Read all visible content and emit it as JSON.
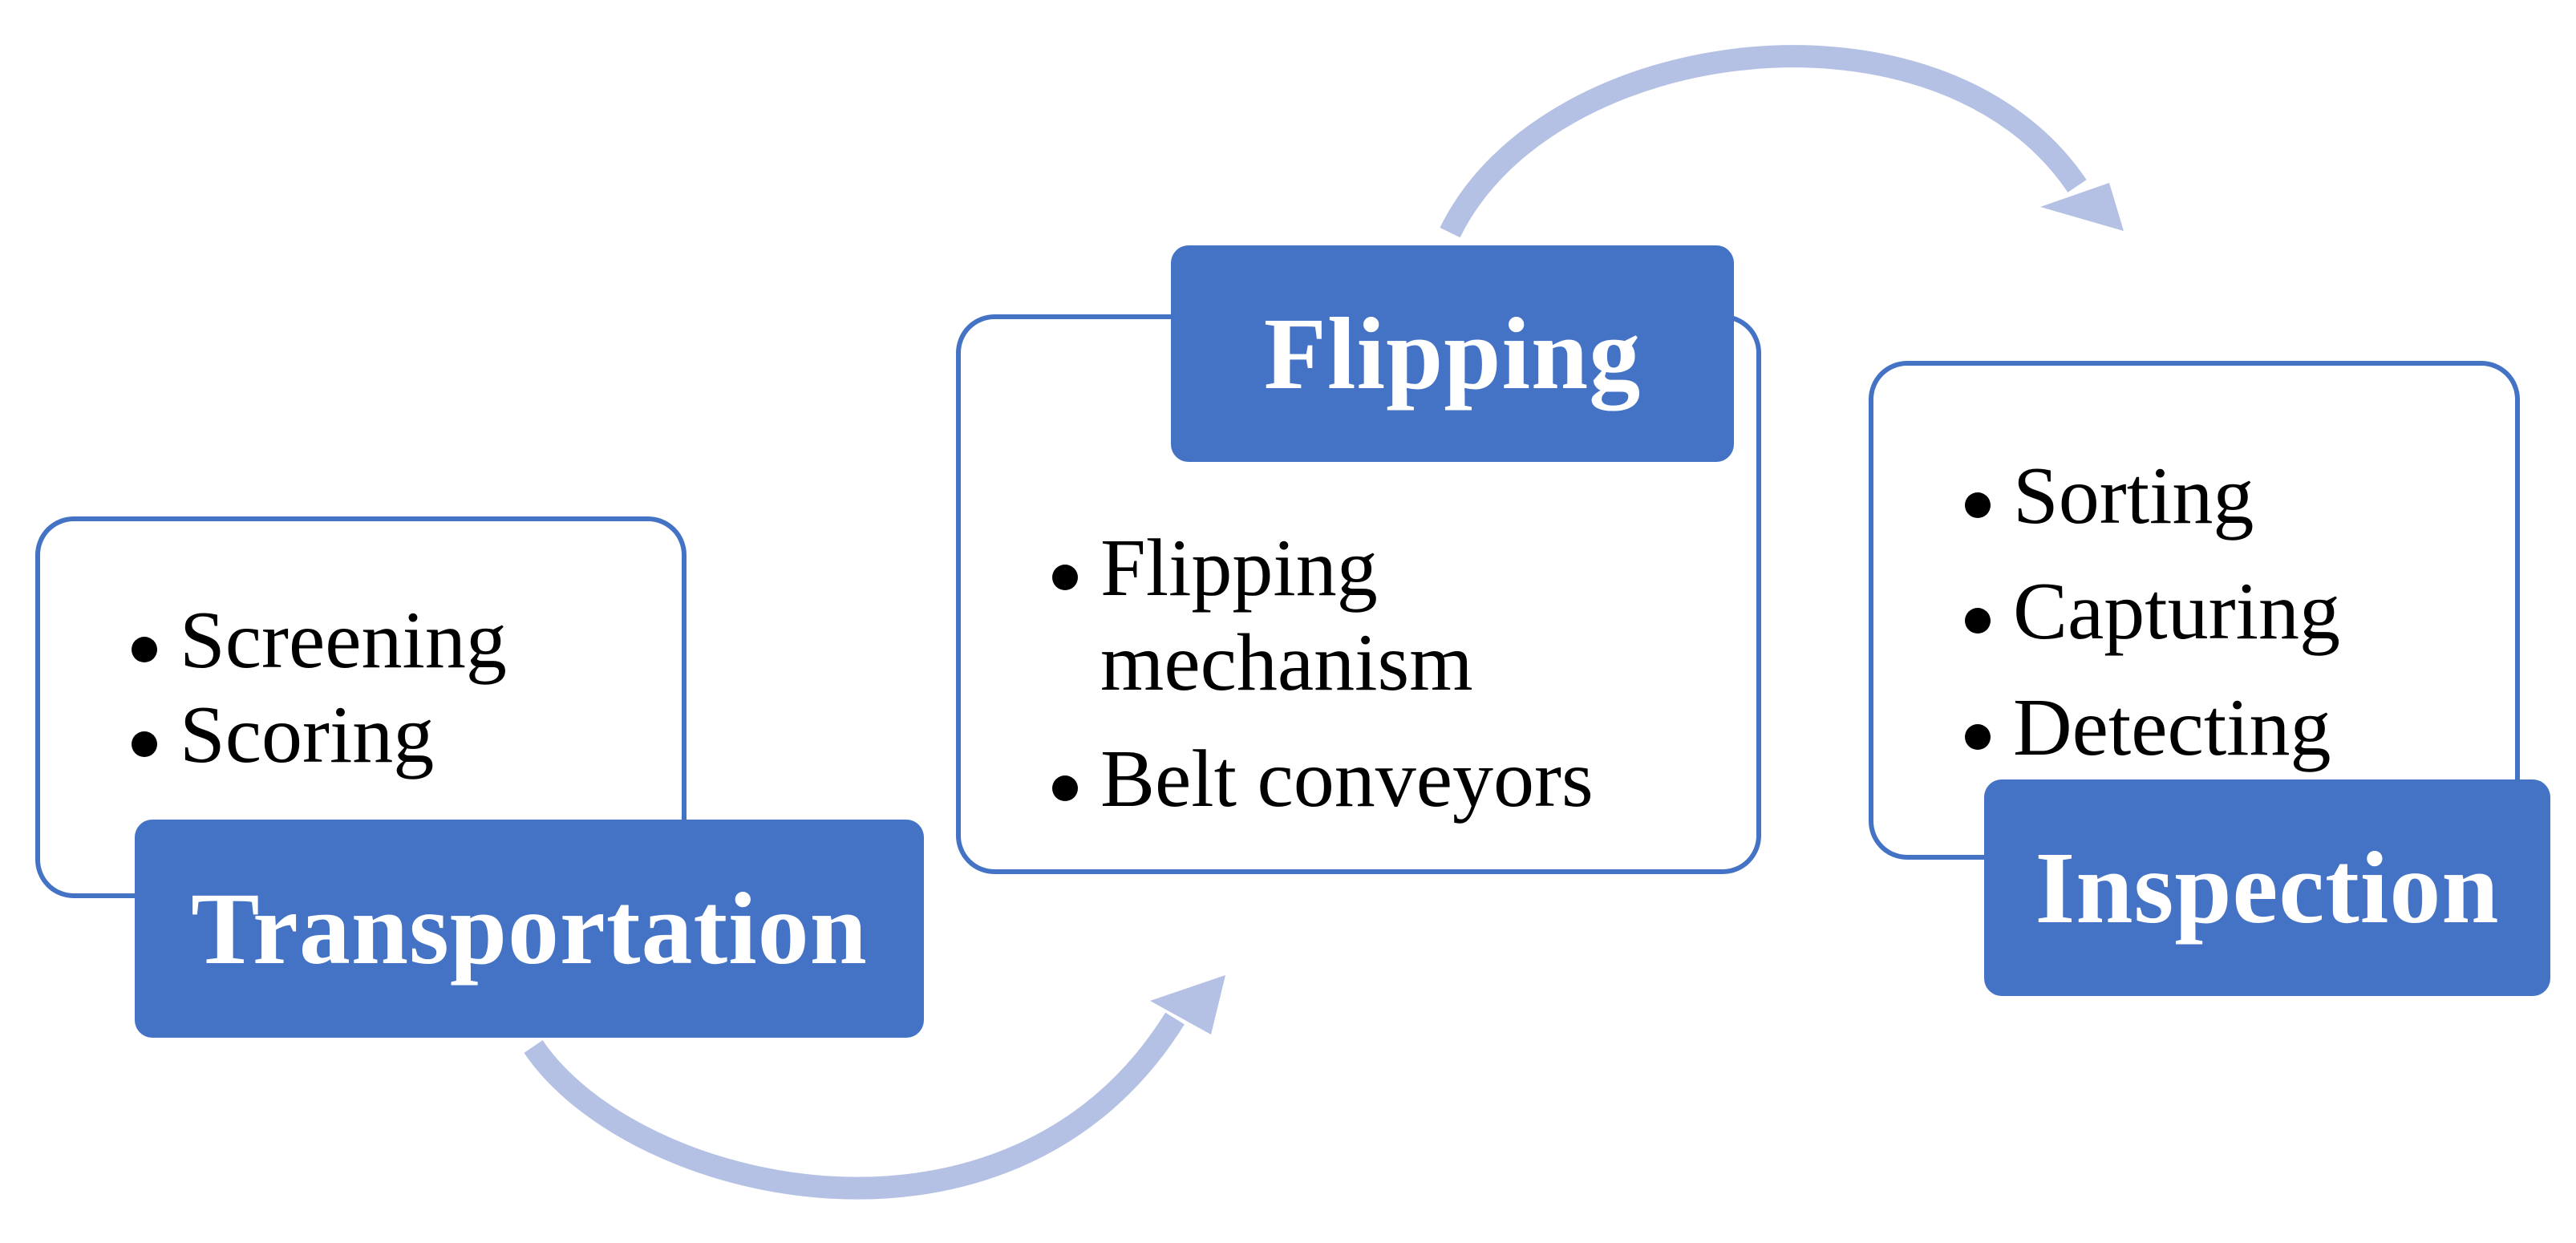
{
  "colors": {
    "box_fill": "#4472c4",
    "box_border": "#4472c4",
    "arrow": "#b4c1e4",
    "text": "#000000",
    "title_text": "#ffffff"
  },
  "stages": [
    {
      "title": "Transportation",
      "items": [
        "Screening",
        "Scoring"
      ]
    },
    {
      "title": "Flipping",
      "items": [
        "Flipping mechanism",
        "Belt conveyors"
      ]
    },
    {
      "title": "Inspection",
      "items": [
        "Sorting",
        "Capturing",
        "Detecting"
      ]
    }
  ]
}
